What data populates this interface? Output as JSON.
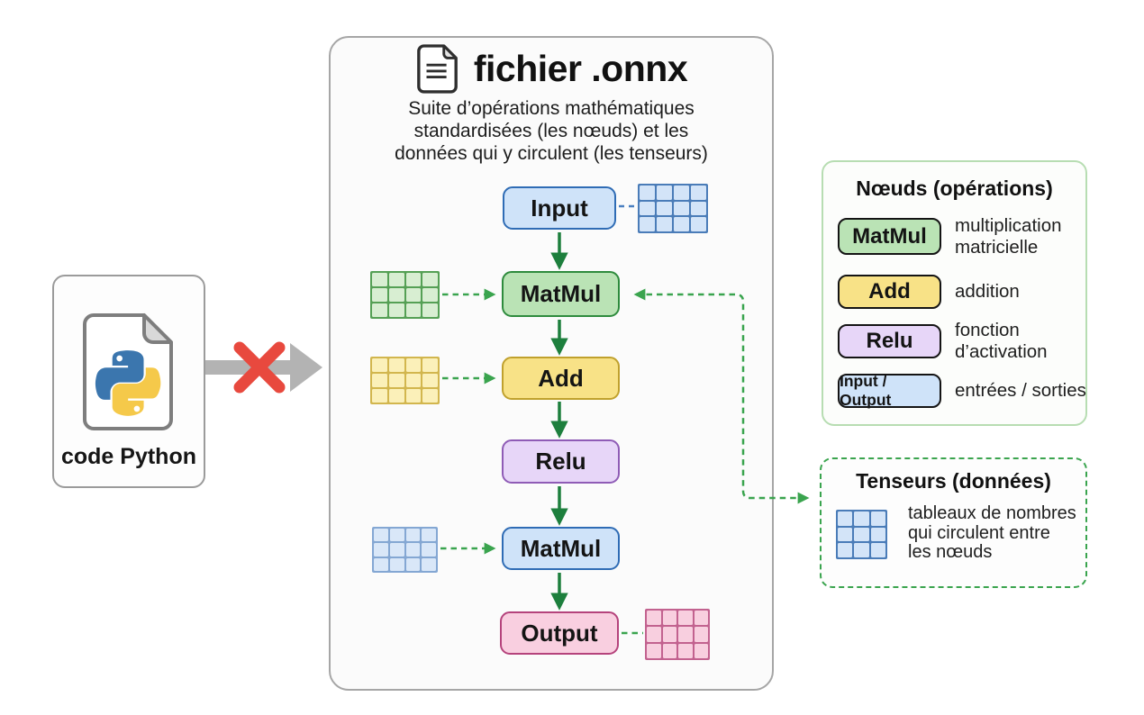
{
  "left_panel": {
    "label": "code Python",
    "icon": "python-file-icon"
  },
  "blocked_arrow": {
    "meaning_icons": [
      "gray-right-arrow",
      "red-cross"
    ],
    "arrow_color": "#b3b3b3",
    "cross_color": "#e8493e"
  },
  "main": {
    "icon": "document-icon",
    "title": "fichier .onnx",
    "subtitle": "Suite d’opérations mathématiques\nstandardisées (les nœuds) et les\ndonnées qui y circulent (les tenseurs)"
  },
  "flow": {
    "nodes": [
      {
        "label": "Input",
        "style": "blue"
      },
      {
        "label": "MatMul",
        "style": "green"
      },
      {
        "label": "Add",
        "style": "yellow"
      },
      {
        "label": "Relu",
        "style": "purple"
      },
      {
        "label": "MatMul",
        "style": "blue"
      },
      {
        "label": "Output",
        "style": "pink"
      }
    ],
    "tensor_grids": [
      {
        "name": "input-tensor",
        "style": "blue",
        "rows": 3,
        "cols": 4,
        "side": "right"
      },
      {
        "name": "matmul1-weights",
        "style": "green",
        "rows": 3,
        "cols": 4,
        "side": "left"
      },
      {
        "name": "add-bias",
        "style": "yellow",
        "rows": 3,
        "cols": 4,
        "side": "left"
      },
      {
        "name": "matmul2-weights",
        "style": "blue-light",
        "rows": 3,
        "cols": 4,
        "side": "left"
      },
      {
        "name": "output-tensor",
        "style": "pink",
        "rows": 3,
        "cols": 4,
        "side": "right"
      }
    ]
  },
  "legend_nodes": {
    "title": "Nœuds (opérations)",
    "items": [
      {
        "chip": "MatMul",
        "style": "green",
        "desc": "multiplication\nmatricielle"
      },
      {
        "chip": "Add",
        "style": "yellow",
        "desc": "addition"
      },
      {
        "chip": "Relu",
        "style": "purple",
        "desc": "fonction\nd’activation"
      },
      {
        "chip": "Input / Output",
        "style": "blue",
        "desc": "entrées / sorties"
      }
    ]
  },
  "legend_tensors": {
    "title": "Tenseurs (données)",
    "grid": {
      "rows": 3,
      "cols": 3,
      "style": "blue"
    },
    "desc": "tableaux de nombres\nqui circulent entre\nles nœuds"
  },
  "colors": {
    "node_blue_fill": "#cfe3f9",
    "node_blue_border": "#2f6cb5",
    "node_green_fill": "#bae3b5",
    "node_green_border": "#2e8b3d",
    "node_yellow_fill": "#f8e287",
    "node_yellow_border": "#c0a12d",
    "node_purple_fill": "#e7d6f8",
    "node_purple_border": "#8f5cb6",
    "node_pink_fill": "#f9cfe0",
    "node_pink_border": "#b5437c",
    "arrow_solid_green": "#1d7f3d",
    "arrow_dashed_green": "#3aa44e",
    "arrow_dashed_blue": "#4a7fc1",
    "arrow_gray": "#b3b3b3",
    "cross_red": "#e8493e",
    "python_blue": "#3b76ae",
    "python_yellow": "#f5c94a",
    "legend_border_green": "#b7ddb2"
  }
}
